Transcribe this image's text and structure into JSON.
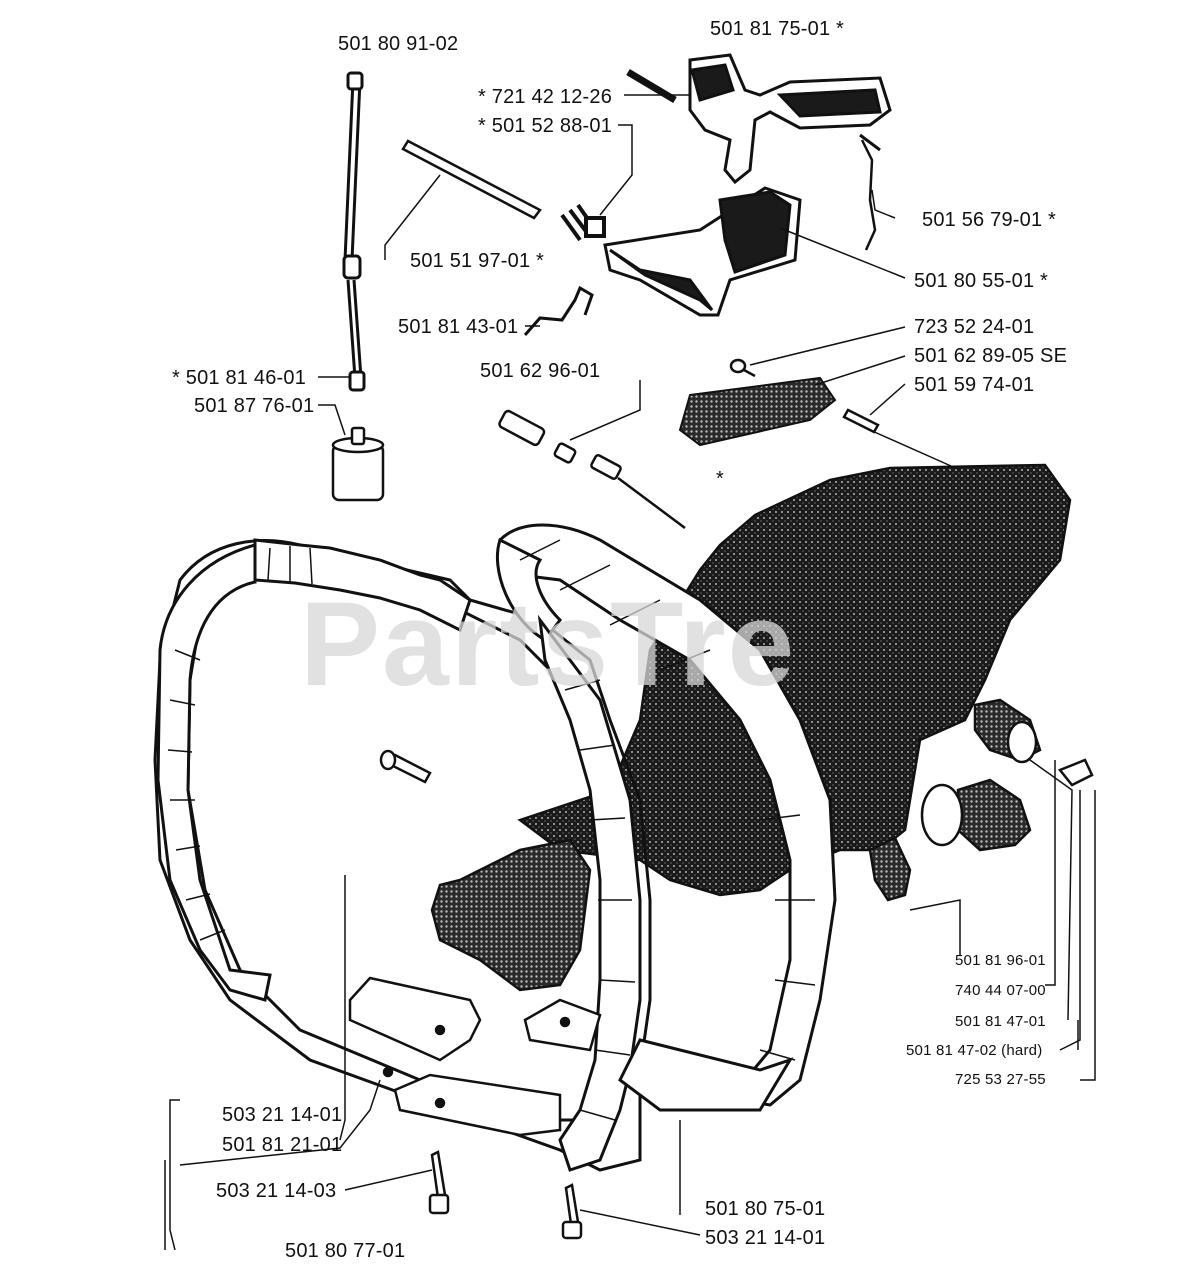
{
  "watermark": "PartsTre",
  "labels": {
    "p1": "501 80 91-02",
    "p2": "501 81 75-01  *",
    "p3": "*  721 42 12-26",
    "p4": "*  501 52 88-01",
    "p5": "501 51 97-01  *",
    "p6": "501 56 79-01  *",
    "p7": "501 80 55-01  *",
    "p8": "501 81 43-01",
    "p9": "501 62 96-01",
    "p10": "723 52 24-01",
    "p11": "501 62 89-05 SE",
    "p12": "501 59 74-01",
    "p13": "*  501 81 46-01",
    "p14": "501 87 76-01",
    "p15": "*",
    "p16": "501 81 96-01",
    "p17": "740 44 07-00",
    "p18": "501 81 47-01",
    "p19": "501 81 47-02 (hard)",
    "p20": "725 53 27-55",
    "p21": "503 21 14-01",
    "p22": "501 81 21-01",
    "p23": "503 21 14-03",
    "p24": "501 80 75-01",
    "p25": "503 21 14-01",
    "p26": "501 80 77-01"
  }
}
